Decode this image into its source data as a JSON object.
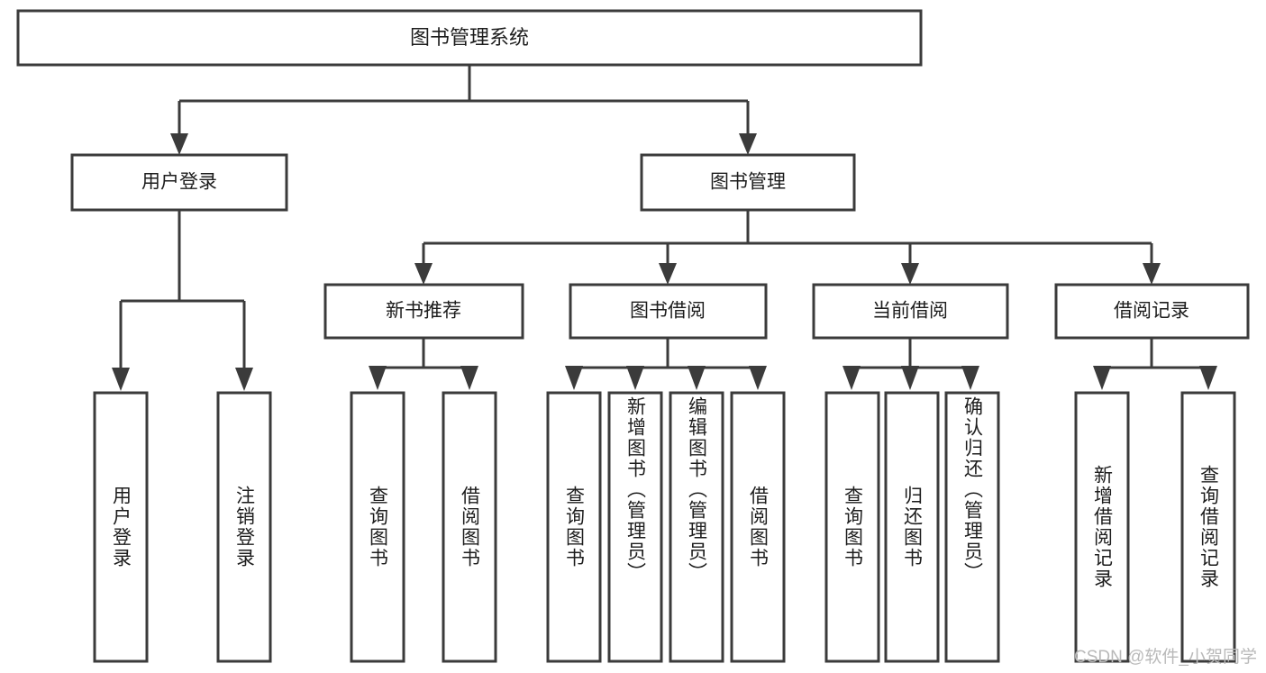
{
  "diagram": {
    "type": "tree-hierarchy-flowchart",
    "background_color": "#ffffff",
    "stroke_color": "#3b3b3b",
    "text_color": "#1d1d1d",
    "root": {
      "label": "图书管理系统"
    },
    "level1": [
      {
        "label": "用户登录"
      },
      {
        "label": "图书管理"
      }
    ],
    "level2": [
      {
        "label": "新书推荐"
      },
      {
        "label": "图书借阅"
      },
      {
        "label": "当前借阅"
      },
      {
        "label": "借阅记录"
      }
    ],
    "leaves": {
      "user_login": [
        {
          "label": "用户登录"
        },
        {
          "label": "注销登录"
        }
      ],
      "new_book_recommend": [
        {
          "label": "查询图书"
        },
        {
          "label": "借阅图书"
        }
      ],
      "book_borrow": [
        {
          "label": "查询图书"
        },
        {
          "label": "新增图书（管理员）"
        },
        {
          "label": "编辑图书（管理员）"
        },
        {
          "label": "借阅图书"
        }
      ],
      "current_borrow": [
        {
          "label": "查询图书"
        },
        {
          "label": "归还图书"
        },
        {
          "label": "确认归还（管理员）"
        }
      ],
      "borrow_record": [
        {
          "label": "新增借阅记录"
        },
        {
          "label": "查询借阅记录"
        }
      ]
    }
  },
  "watermark": {
    "text": "CSDN @软件_小贺同学"
  }
}
